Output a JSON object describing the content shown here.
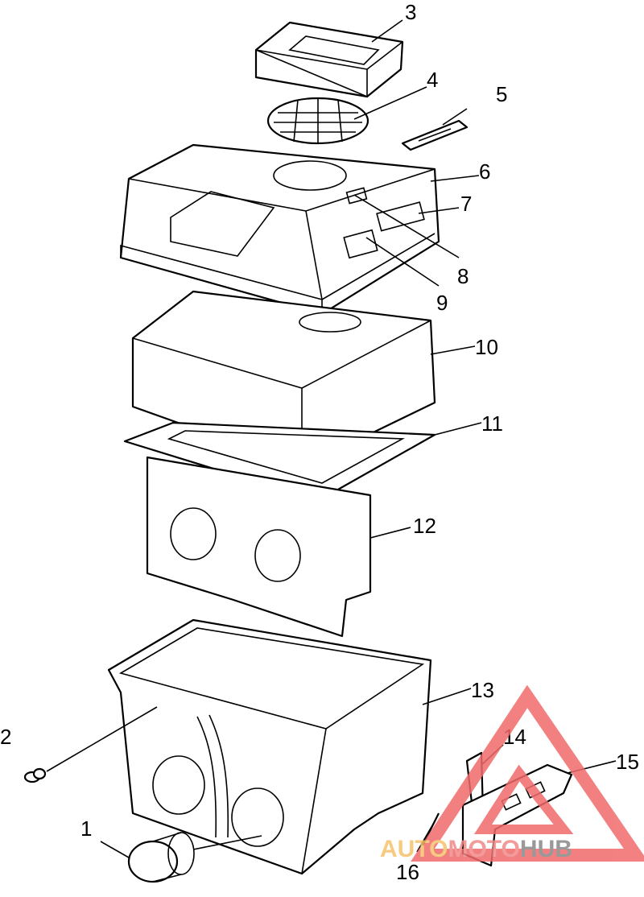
{
  "callouts": [
    {
      "id": "1",
      "label": "1"
    },
    {
      "id": "2",
      "label": "2"
    },
    {
      "id": "3",
      "label": "3"
    },
    {
      "id": "4",
      "label": "4"
    },
    {
      "id": "5",
      "label": "5"
    },
    {
      "id": "6",
      "label": "6"
    },
    {
      "id": "7",
      "label": "7"
    },
    {
      "id": "8",
      "label": "8"
    },
    {
      "id": "9",
      "label": "9"
    },
    {
      "id": "10",
      "label": "10"
    },
    {
      "id": "11",
      "label": "11"
    },
    {
      "id": "12",
      "label": "12"
    },
    {
      "id": "13",
      "label": "13"
    },
    {
      "id": "14",
      "label": "14"
    },
    {
      "id": "15",
      "label": "15"
    },
    {
      "id": "16",
      "label": "16"
    }
  ],
  "watermark": {
    "part1": "AUTO",
    "part2": "MOTO",
    "part3": "HUB",
    "color_auto": "#f5c26b",
    "color_moto": "#f08a8a",
    "color_hub": "#888888",
    "triangle_color": "#f26b6b"
  }
}
